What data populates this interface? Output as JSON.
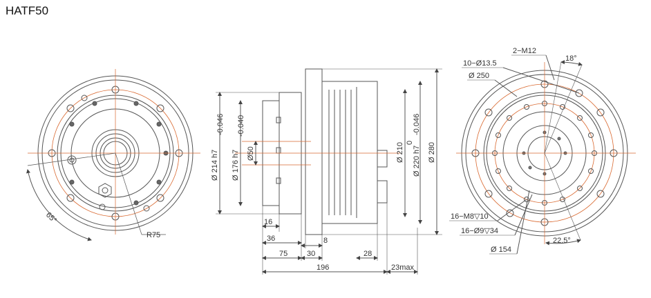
{
  "title": "HATF50",
  "colors": {
    "line": "#444444",
    "center": "#d9682f",
    "bg": "#ffffff"
  },
  "left_view": {
    "angle": "65°",
    "radius": "R75"
  },
  "side_view": {
    "dia_214": "Ø 214 h7",
    "tol_214": "-0.046",
    "dia_176": "Ø 176 h7",
    "tol_176": "-0.040",
    "dia_50": "Ø50",
    "dia_210": "Ø 210",
    "dia_220": "Ø 220 h7",
    "tol_220": "-0.046",
    "tol_220_top": "0",
    "dia_280": "Ø 280",
    "dim_16": "16",
    "dim_36": "36",
    "dim_8": "8",
    "dim_75": "75",
    "dim_30": "30",
    "dim_28": "28",
    "dim_196": "196",
    "dim_23": "23max"
  },
  "right_view": {
    "holes_10": "10−Ø13.5",
    "m12": "2−M12",
    "angle_18": "18°",
    "dia_250": "Ø 250",
    "m8": "16−M8▽10",
    "holes_16": "16−Ø9▽34",
    "angle_22": "22.5°",
    "dia_154": "Ø 154"
  }
}
